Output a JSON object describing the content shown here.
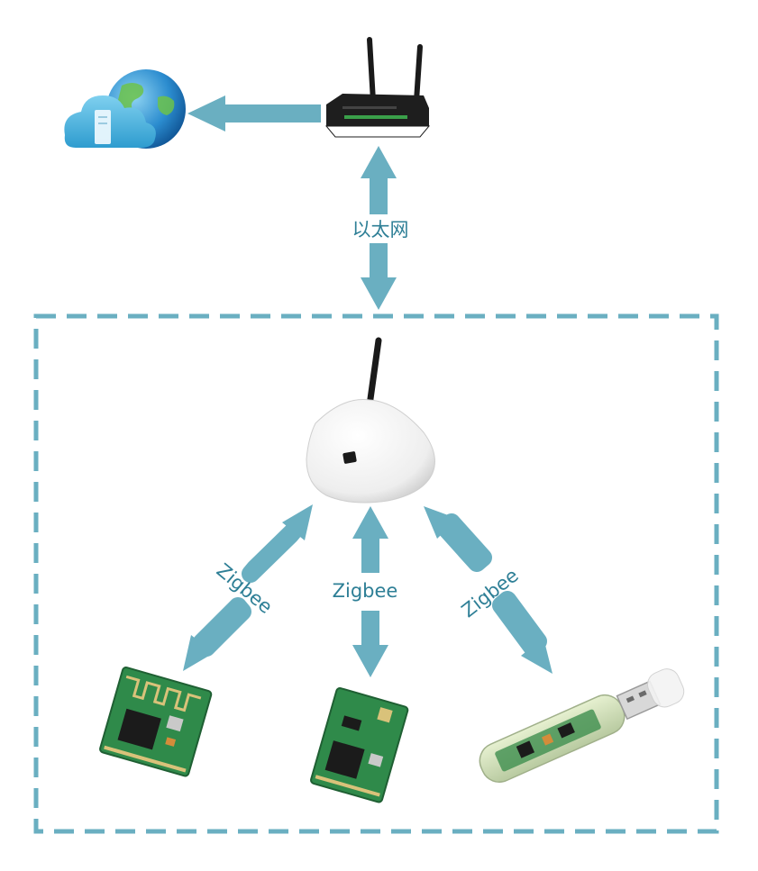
{
  "diagram": {
    "ethernet_label": "以太网",
    "zigbee_label_left": "Zigbee",
    "zigbee_label_center": "Zigbee",
    "zigbee_label_right": "Zigbee"
  },
  "colors": {
    "arrow": "#6aafc1",
    "dashed_border": "#6aafc1",
    "label_text": "#2e7f96",
    "pcb_green": "#2f8a4a",
    "cloud_blue": "#4fb1d9"
  },
  "icons": {
    "cloud": "cloud-globe-icon",
    "router": "router-icon",
    "gateway": "zigbee-gateway-icon",
    "module_left": "zigbee-module-icon",
    "module_center": "zigbee-module-icon",
    "dongle": "usb-dongle-icon"
  }
}
